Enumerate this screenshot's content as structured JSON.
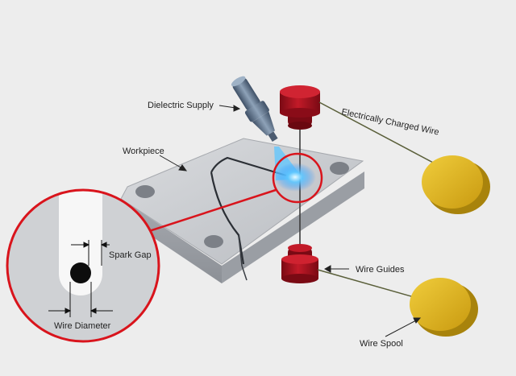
{
  "labels": {
    "dielectric_supply": "Dielectric Supply",
    "workpiece": "Workpiece",
    "electrically_charged_wire": "Electrically Charged Wire",
    "spark_gap": "Spark Gap",
    "wire_guides": "Wire Guides",
    "wire_diameter": "Wire Diameter",
    "wire_spool": "Wire Spool"
  },
  "colors": {
    "background": "#ededed",
    "workpiece": "#c9cbcf",
    "guide_red": "#a3101c",
    "spool_yellow": "#d9b21e",
    "spark_blue": "#3fb6ff",
    "callout_red": "#d9141c",
    "nozzle_steel": "#5d7189"
  }
}
